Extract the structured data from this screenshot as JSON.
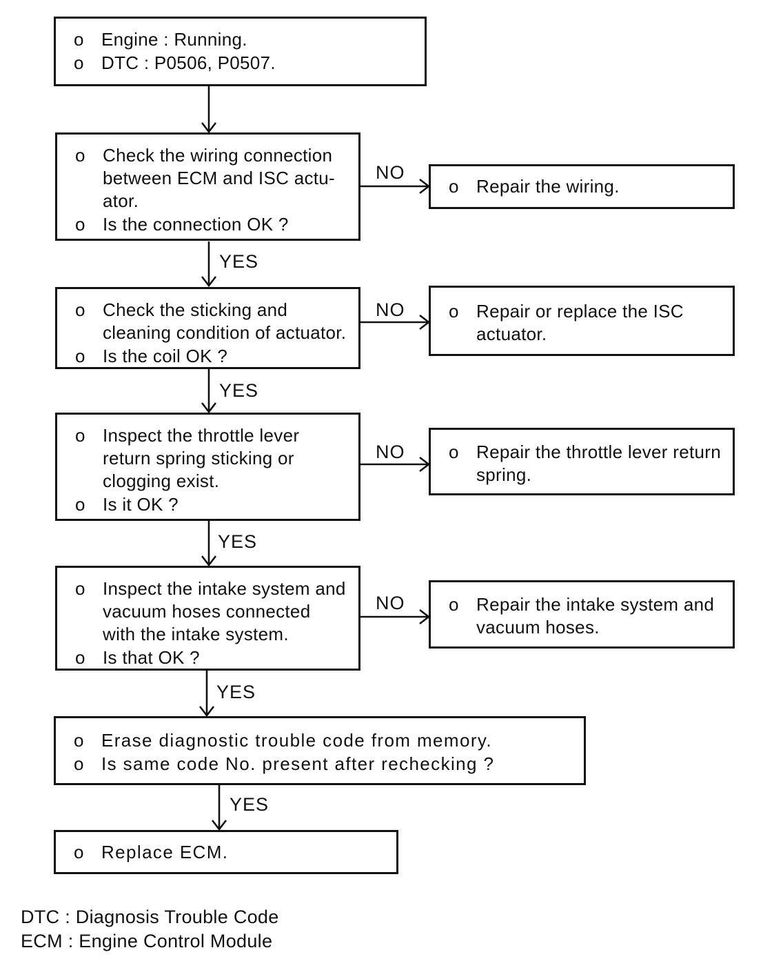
{
  "labels": {
    "yes": "YES",
    "no": "NO",
    "bullet": "o"
  },
  "flow": {
    "start": {
      "items": [
        "Engine : Running.",
        "DTC : P0506, P0507."
      ]
    },
    "steps": [
      {
        "items": [
          "Check the wiring connection\nbetween ECM and ISC actu-\nator.",
          "Is the connection OK ?"
        ]
      },
      {
        "items": [
          "Check the sticking and\ncleaning condition of actuator.",
          "Is the coil OK ?"
        ]
      },
      {
        "items": [
          "Inspect the throttle lever\nreturn spring sticking or\nclogging exist.",
          "Is it OK ?"
        ]
      },
      {
        "items": [
          "Inspect the intake system and\nvacuum hoses connected\nwith the intake system.",
          "Is that OK ?"
        ]
      },
      {
        "items": [
          "Erase diagnostic trouble code from memory.",
          "Is same code No. present after rechecking ?"
        ]
      }
    ],
    "actions": [
      {
        "items": [
          "Repair the wiring."
        ]
      },
      {
        "items": [
          "Repair or replace the ISC\nactuator."
        ]
      },
      {
        "items": [
          "Repair the throttle lever return\nspring."
        ]
      },
      {
        "items": [
          "Repair the intake system and\nvacuum hoses."
        ]
      }
    ],
    "end": {
      "items": [
        "Replace ECM."
      ]
    }
  },
  "legend": {
    "lines": [
      "DTC : Diagnosis Trouble Code",
      "ECM : Engine Control Module"
    ]
  },
  "colors": {
    "ink": "#111111",
    "paper": "#ffffff"
  }
}
